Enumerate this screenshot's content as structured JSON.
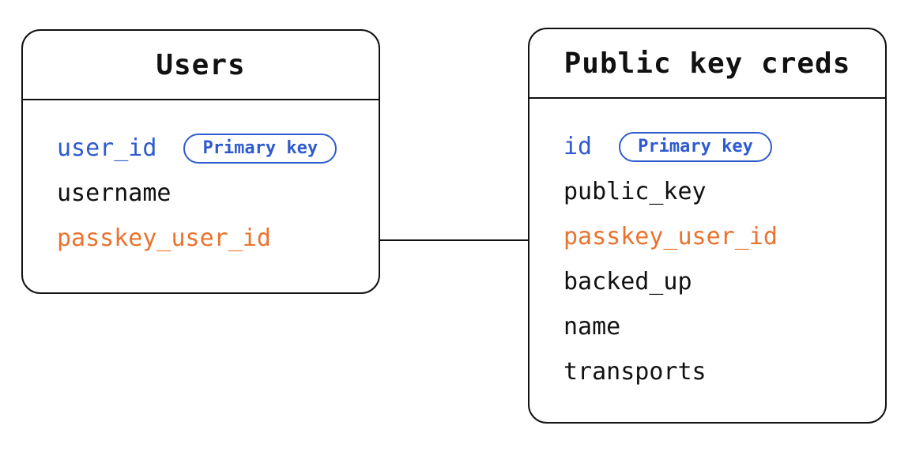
{
  "colors": {
    "ink": "#111111",
    "blue": "#2e5bce",
    "orange": "#e9732f",
    "background": "#ffffff"
  },
  "tables": [
    {
      "title": "Users",
      "fields": [
        {
          "name": "user_id",
          "badge": "Primary key",
          "color": "blue"
        },
        {
          "name": "username",
          "color": "ink"
        },
        {
          "name": "passkey_user_id",
          "color": "orange"
        }
      ]
    },
    {
      "title": "Public key creds",
      "fields": [
        {
          "name": "id",
          "badge": "Primary key",
          "color": "blue"
        },
        {
          "name": "public_key",
          "color": "ink"
        },
        {
          "name": "passkey_user_id",
          "color": "orange"
        },
        {
          "name": "backed_up",
          "color": "ink"
        },
        {
          "name": "name",
          "color": "ink"
        },
        {
          "name": "transports",
          "color": "ink"
        }
      ]
    }
  ],
  "connector": {
    "from_table": "Users",
    "from_field": "passkey_user_id",
    "to_table": "Public key creds",
    "to_field": "passkey_user_id"
  }
}
